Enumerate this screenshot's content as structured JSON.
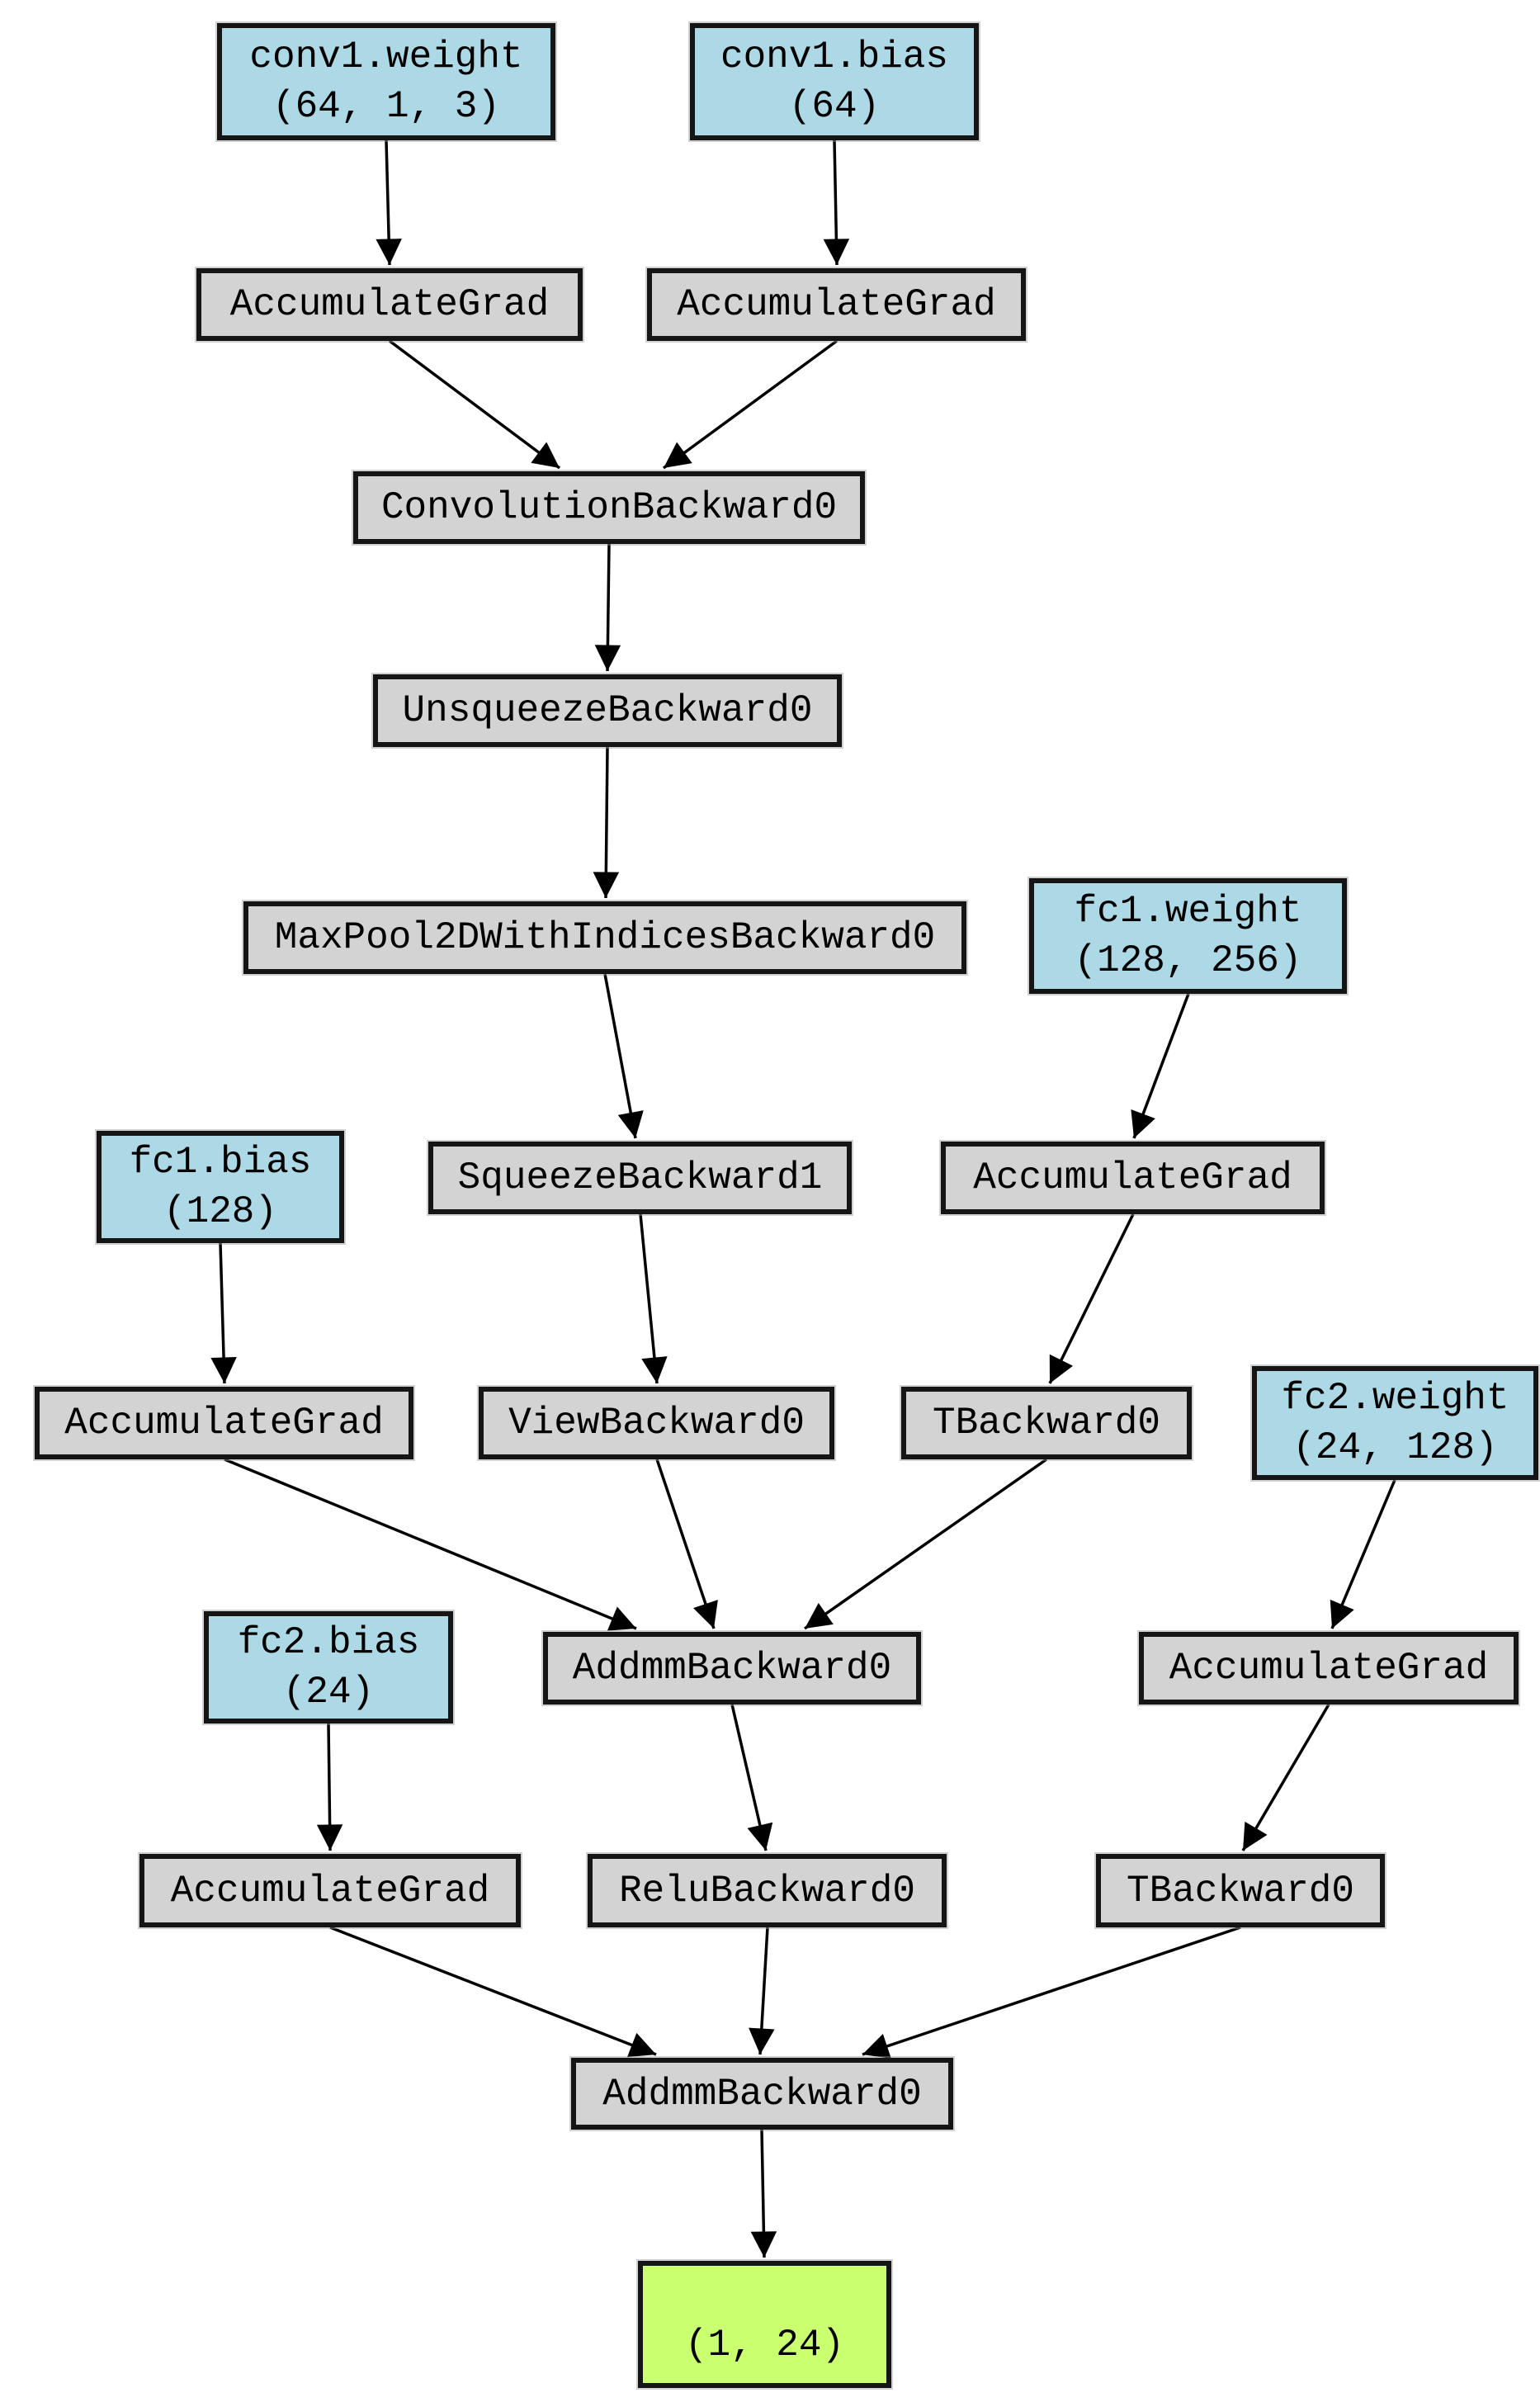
{
  "graph": {
    "colors": {
      "param_fill": "#add8e6",
      "op_fill": "#d3d3d3",
      "output_fill": "#caff70",
      "edge": "#000000",
      "border": "#151515",
      "background": "#ffffff"
    },
    "nodes": {
      "conv1_weight": {
        "type": "param",
        "line1": "conv1.weight",
        "line2": "(64, 1, 3)"
      },
      "conv1_bias": {
        "type": "param",
        "line1": "conv1.bias",
        "line2": "(64)"
      },
      "accgrad_conv1_weight": {
        "type": "op",
        "label": "AccumulateGrad"
      },
      "accgrad_conv1_bias": {
        "type": "op",
        "label": "AccumulateGrad"
      },
      "convolution_backward": {
        "type": "op",
        "label": "ConvolutionBackward0"
      },
      "unsqueeze_backward": {
        "type": "op",
        "label": "UnsqueezeBackward0"
      },
      "maxpool_backward": {
        "type": "op",
        "label": "MaxPool2DWithIndicesBackward0"
      },
      "fc1_weight": {
        "type": "param",
        "line1": "fc1.weight",
        "line2": "(128, 256)"
      },
      "fc1_bias": {
        "type": "param",
        "line1": "fc1.bias",
        "line2": "(128)"
      },
      "squeeze_backward": {
        "type": "op",
        "label": "SqueezeBackward1"
      },
      "accgrad_fc1_weight": {
        "type": "op",
        "label": "AccumulateGrad"
      },
      "accgrad_fc1_bias": {
        "type": "op",
        "label": "AccumulateGrad"
      },
      "view_backward": {
        "type": "op",
        "label": "ViewBackward0"
      },
      "t_backward_fc1": {
        "type": "op",
        "label": "TBackward0"
      },
      "fc2_weight": {
        "type": "param",
        "line1": "fc2.weight",
        "line2": "(24, 128)"
      },
      "fc2_bias": {
        "type": "param",
        "line1": "fc2.bias",
        "line2": "(24)"
      },
      "addmm_backward_1": {
        "type": "op",
        "label": "AddmmBackward0"
      },
      "accgrad_fc2_weight": {
        "type": "op",
        "label": "AccumulateGrad"
      },
      "accgrad_fc2_bias": {
        "type": "op",
        "label": "AccumulateGrad"
      },
      "relu_backward": {
        "type": "op",
        "label": "ReluBackward0"
      },
      "t_backward_fc2": {
        "type": "op",
        "label": "TBackward0"
      },
      "addmm_backward_2": {
        "type": "op",
        "label": "AddmmBackward0"
      },
      "output": {
        "type": "output",
        "label": "(1, 24)"
      }
    },
    "edges": [
      {
        "from": "conv1_weight",
        "to": "accgrad_conv1_weight"
      },
      {
        "from": "conv1_bias",
        "to": "accgrad_conv1_bias"
      },
      {
        "from": "accgrad_conv1_weight",
        "to": "convolution_backward"
      },
      {
        "from": "accgrad_conv1_bias",
        "to": "convolution_backward"
      },
      {
        "from": "convolution_backward",
        "to": "unsqueeze_backward"
      },
      {
        "from": "unsqueeze_backward",
        "to": "maxpool_backward"
      },
      {
        "from": "maxpool_backward",
        "to": "squeeze_backward"
      },
      {
        "from": "fc1_weight",
        "to": "accgrad_fc1_weight"
      },
      {
        "from": "fc1_bias",
        "to": "accgrad_fc1_bias"
      },
      {
        "from": "squeeze_backward",
        "to": "view_backward"
      },
      {
        "from": "accgrad_fc1_weight",
        "to": "t_backward_fc1"
      },
      {
        "from": "accgrad_fc1_bias",
        "to": "addmm_backward_1"
      },
      {
        "from": "view_backward",
        "to": "addmm_backward_1"
      },
      {
        "from": "t_backward_fc1",
        "to": "addmm_backward_1"
      },
      {
        "from": "fc2_weight",
        "to": "accgrad_fc2_weight"
      },
      {
        "from": "fc2_bias",
        "to": "accgrad_fc2_bias"
      },
      {
        "from": "addmm_backward_1",
        "to": "relu_backward"
      },
      {
        "from": "accgrad_fc2_weight",
        "to": "t_backward_fc2"
      },
      {
        "from": "accgrad_fc2_bias",
        "to": "addmm_backward_2"
      },
      {
        "from": "relu_backward",
        "to": "addmm_backward_2"
      },
      {
        "from": "t_backward_fc2",
        "to": "addmm_backward_2"
      },
      {
        "from": "addmm_backward_2",
        "to": "output"
      }
    ]
  }
}
